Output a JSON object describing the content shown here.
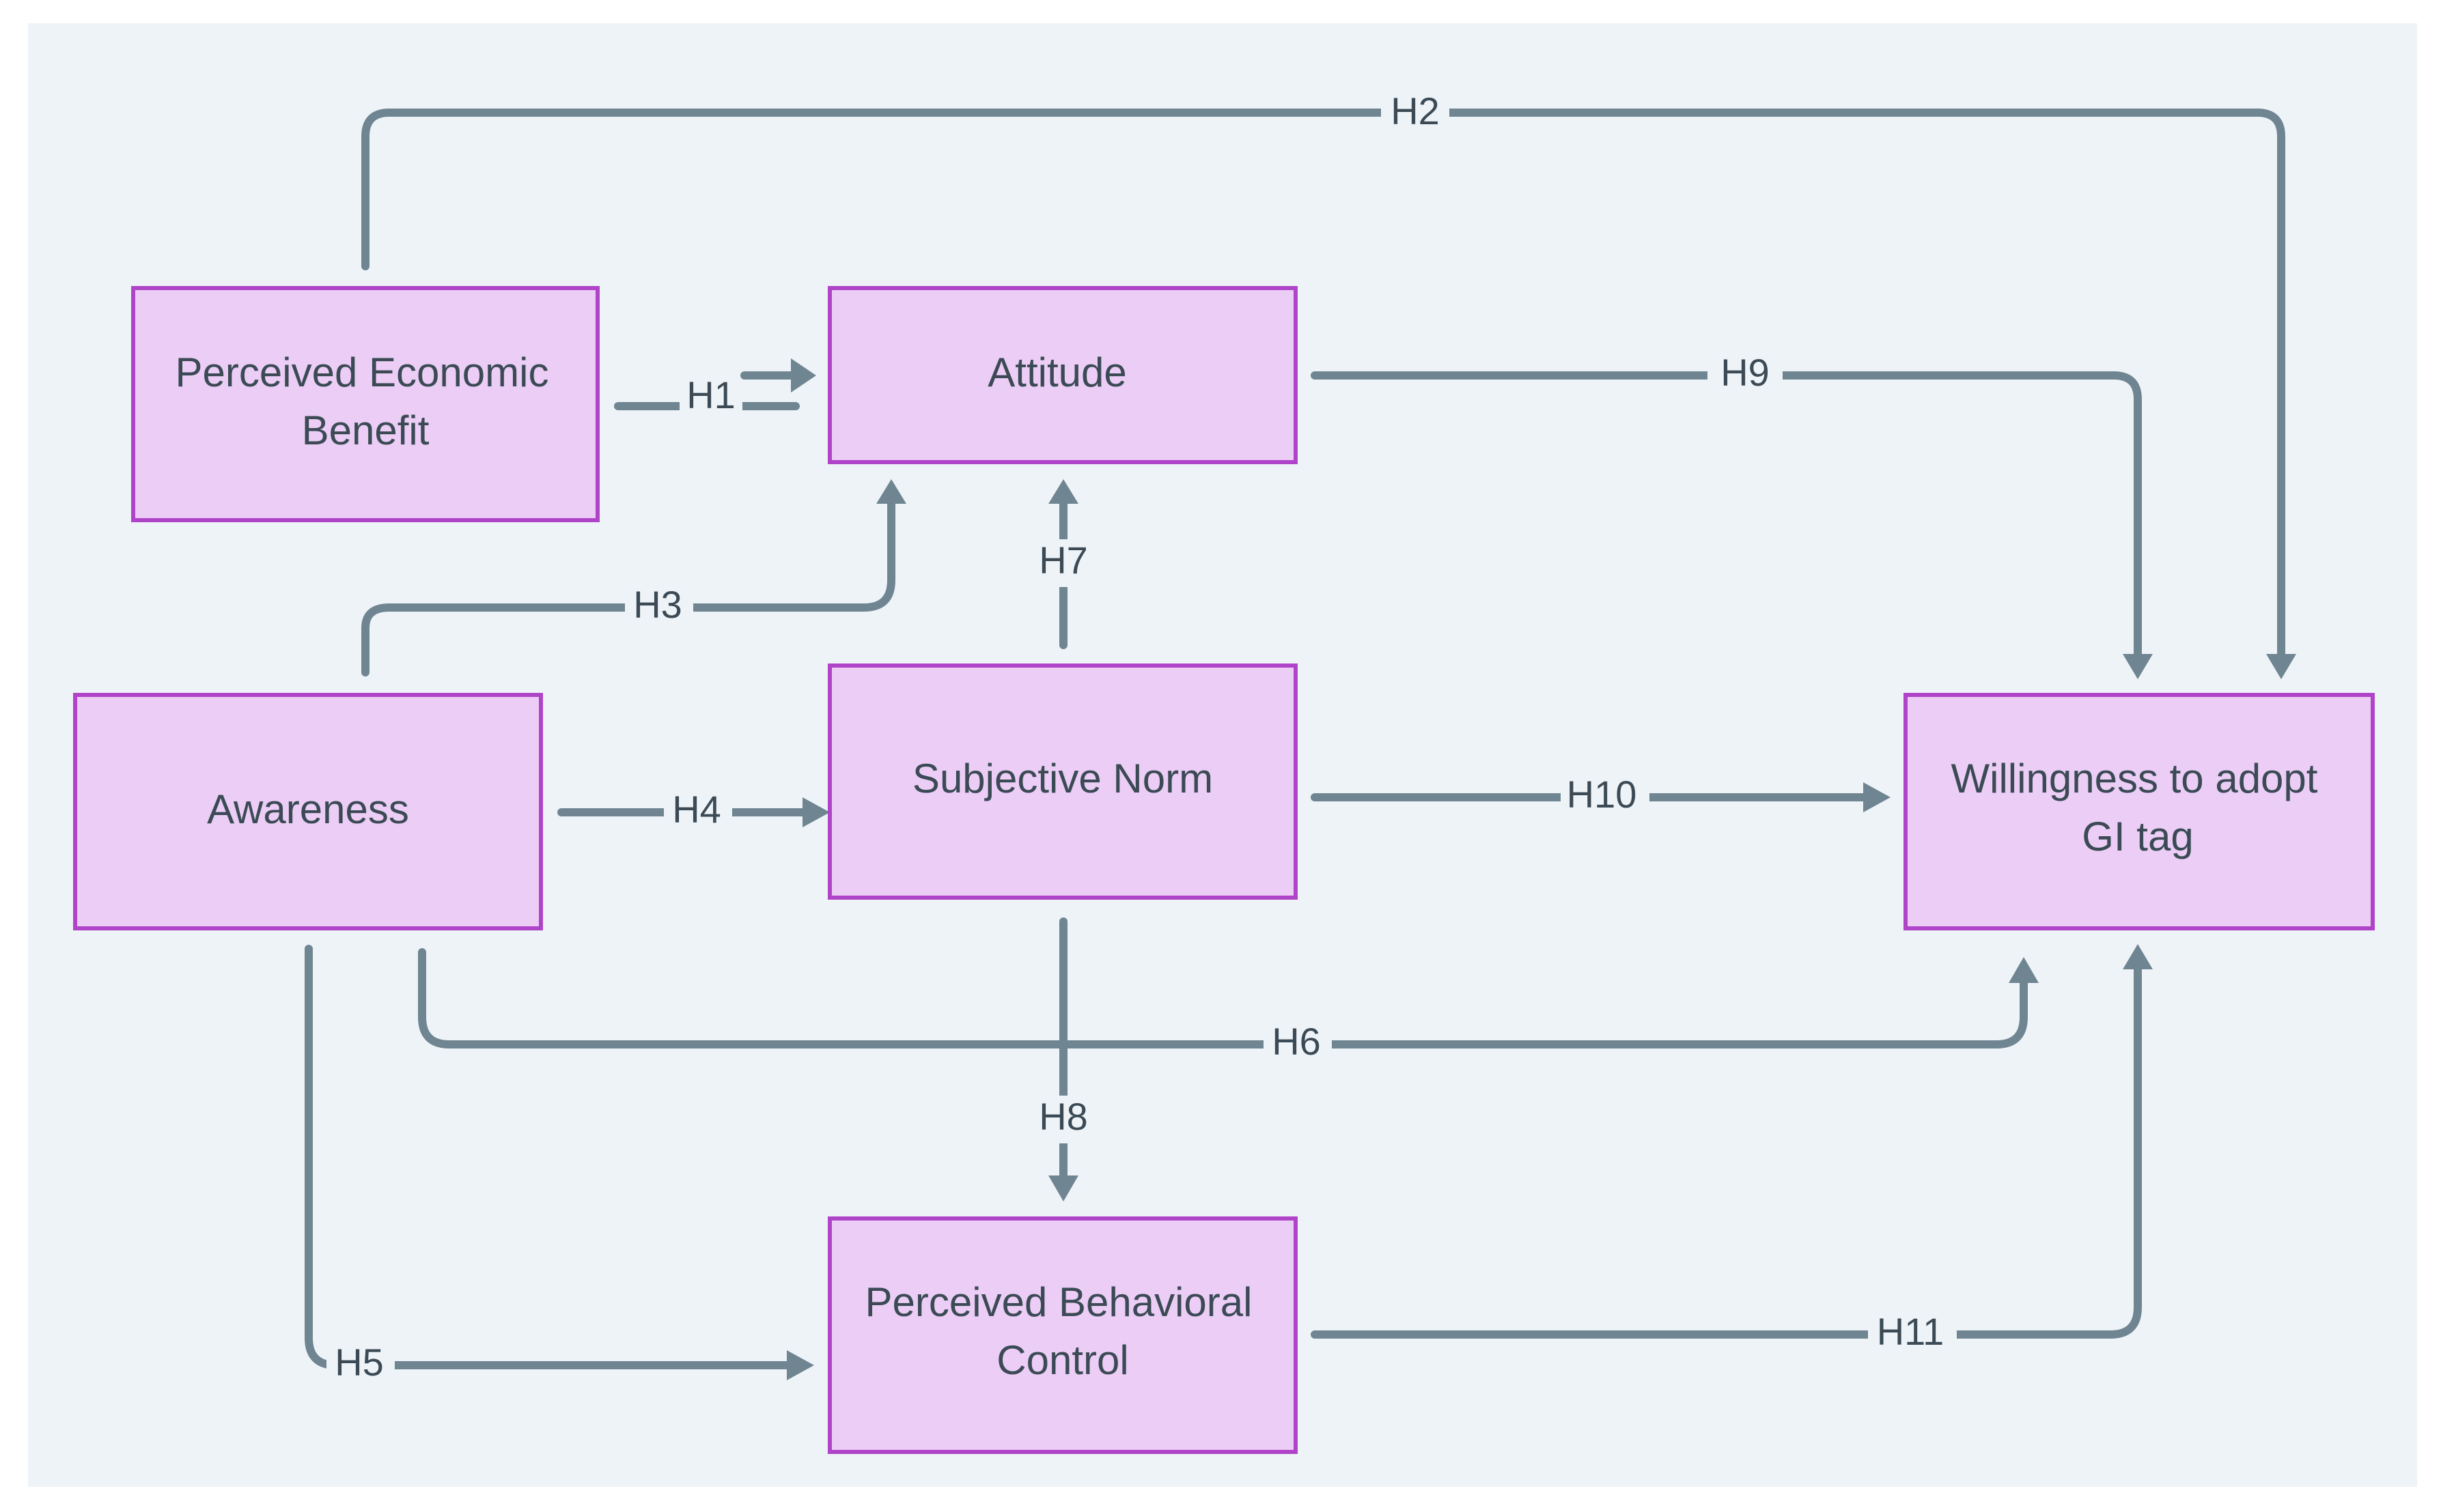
{
  "nodes": {
    "economic": {
      "line1": "Perceived Economic",
      "line2": "Benefit"
    },
    "attitude": {
      "line1": "Attitude"
    },
    "awareness": {
      "line1": "Awareness"
    },
    "norm": {
      "line1": "Subjective Norm"
    },
    "willingness": {
      "line1": "Willingness to adopt",
      "line2": "GI tag"
    },
    "pbc": {
      "line1": "Perceived Behavioral",
      "line2": "Control"
    }
  },
  "edges": {
    "h1": "H1",
    "h2": "H2",
    "h3": "H3",
    "h4": "H4",
    "h5": "H5",
    "h6": "H6",
    "h7": "H7",
    "h8": "H8",
    "h9": "H9",
    "h10": "H10",
    "h11": "H11"
  },
  "colors": {
    "node_fill": "#ebcdf5",
    "node_border": "#b044c8",
    "edge": "#6f8591",
    "background": "#eef3f7"
  }
}
